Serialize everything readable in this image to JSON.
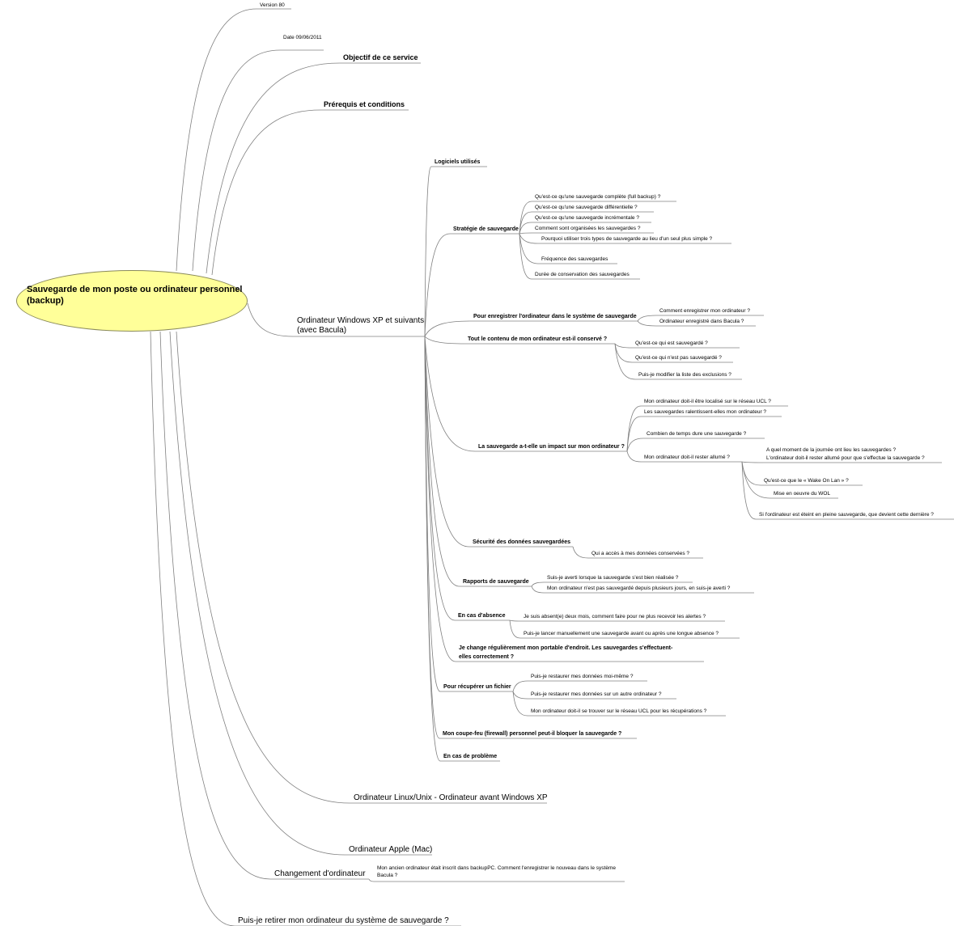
{
  "colors": {
    "root_fill": "#ffff99",
    "line": "#808080",
    "text": "#000000"
  },
  "root": {
    "label": "Sauvegarde de mon poste ou ordinateur personnel (backup)"
  },
  "meta": {
    "version": "Version 80",
    "date": "Date 09/06/2011"
  },
  "branches": {
    "objectif": "Objectif de ce service",
    "prerequis": "Prérequis et conditions",
    "windows": {
      "line1": "Ordinateur Windows XP et suivants",
      "line2": "(avec Bacula)",
      "children": {
        "logiciels": "Logiciels utilisés",
        "strategie": {
          "label": "Stratégie de sauvegarde",
          "items": [
            "Qu'est-ce qu'une sauvegarde complète (full backup) ?",
            "Qu'est-ce qu'une sauvegarde différentielle ?",
            "Qu'est-ce qu'une sauvegarde incrémentale ?",
            "Comment sont organisées les sauvegardes ?",
            "Pourquoi utiliser trois types de sauvegarde au lieu d'un seul plus simple ?",
            "Fréquence des sauvegardes",
            "Durée de conservation des sauvegardes"
          ]
        },
        "enregistrer": {
          "label": "Pour enregistrer l'ordinateur dans le système de sauvegarde",
          "items": [
            "Comment enregistrer mon ordinateur ?",
            "Ordinateur enregistré dans Bacula ?"
          ]
        },
        "contenu": {
          "label": "Tout le contenu de mon ordinateur est-il conservé ?",
          "items": [
            "Qu'est-ce qui est sauvegardé ?",
            "Qu'est-ce qui n'est pas sauvegardé ?",
            "Puis-je modifier la liste des exclusions ?"
          ]
        },
        "impact": {
          "label": "La sauvegarde a-t-elle un impact sur mon ordinateur ?",
          "items": [
            "Mon ordinateur doit-il être localisé sur le réseau UCL ?",
            "Les sauvegardes ralentissent-elles mon ordinateur ?",
            "Combien de temps dure une sauvegarde ?",
            "Mon ordinateur doit-il rester allumé ?"
          ],
          "allume": [
            "A quel moment de la journée ont lieu les sauvegardes ?",
            "L'ordinateur doit-il rester allumé pour que s'effectue la sauvegarde ?",
            "Qu'est-ce que le « Wake On Lan » ?",
            "Mise en oeuvre du WOL",
            "Si l'ordinateur est éteint en pleine sauvegarde, que devient cette dernière ?"
          ]
        },
        "securite": {
          "label": "Sécurité des données sauvegardées",
          "items": [
            "Qui a accès à mes données conservées ?"
          ]
        },
        "rapports": {
          "label": "Rapports de sauvegarde",
          "items": [
            "Suis-je averti lorsque la sauvegarde s'est bien réalisée ?",
            "Mon ordinateur n'est pas sauvegardé depuis plusieurs jours, en suis-je averti ?"
          ]
        },
        "absence": {
          "label": "En cas d'absence",
          "items": [
            "Je suis absent(e) deux mois, comment faire pour ne plus recevoir les alertes ?",
            "Puis-je lancer manuellement une sauvegarde avant ou après une longue absence ?"
          ]
        },
        "portable": {
          "line1": "Je change régulièrement mon portable d'endroit. Les sauvegardes s'effectuent-",
          "line2": "elles correctement ?"
        },
        "recuperer": {
          "label": "Pour récupérer un fichier",
          "items": [
            "Puis-je restaurer mes données moi-même ?",
            "Puis-je restaurer mes données sur un autre ordinateur ?",
            "Mon ordinateur doit-il se trouver sur le réseau UCL pour les récupérations ?"
          ]
        },
        "parefeu": "Mon coupe-feu (firewall) personnel peut-il bloquer la sauvegarde ?",
        "probleme": "En cas de problème"
      }
    },
    "linux": "Ordinateur Linux/Unix - Ordinateur avant Windows XP",
    "apple": "Ordinateur Apple (Mac)",
    "changement": {
      "label": "Changement d'ordinateur",
      "item": "Mon ancien ordinateur était inscrit dans backupPC. Comment l'enregistrer le nouveau dans le système Bacula ?"
    },
    "retirer": "Puis-je retirer mon ordinateur du système de sauvegarde ?"
  }
}
